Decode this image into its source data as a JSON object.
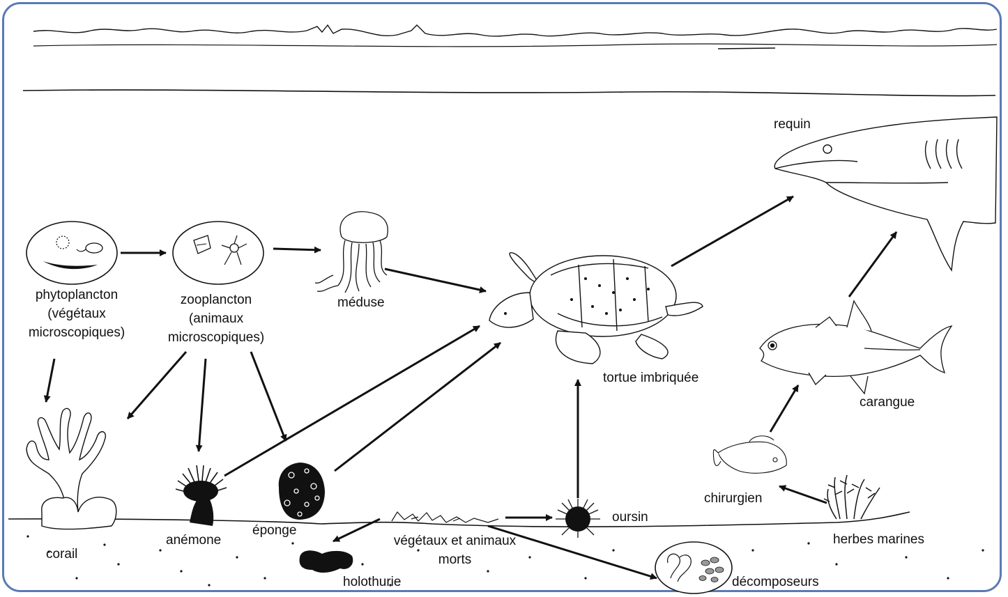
{
  "diagram": {
    "labels": {
      "phytoplancton": "phytoplancton",
      "phytoplancton_sub1": "(végétaux",
      "phytoplancton_sub2": "microscopiques)",
      "zooplancton": "zooplancton",
      "zooplancton_sub1": "(animaux",
      "zooplancton_sub2": "microscopiques)",
      "meduse": "méduse",
      "requin": "requin",
      "tortue": "tortue imbriquée",
      "carangue": "carangue",
      "corail": "corail",
      "anemone": "anémone",
      "eponge": "éponge",
      "holothurie": "holothurie",
      "morts1": "végétaux et animaux",
      "morts2": "morts",
      "oursin": "oursin",
      "chirurgien": "chirurgien",
      "herbes": "herbes marines",
      "decomposeurs": "décomposeurs"
    },
    "colors": {
      "frame": "#5b79b5",
      "ink": "#111111"
    }
  }
}
